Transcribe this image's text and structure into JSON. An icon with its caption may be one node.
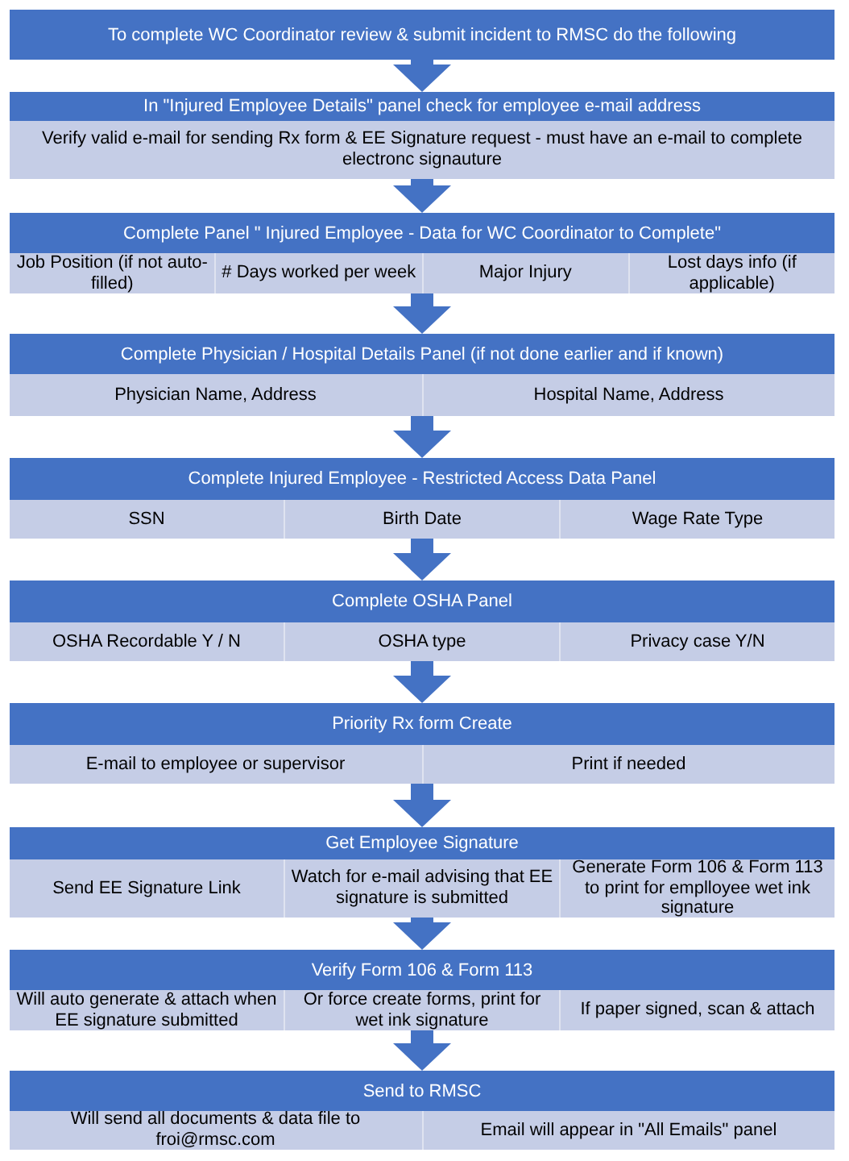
{
  "diagram": {
    "nodes": [
      {
        "text": [
          "To complete WC Coordinator review & submit incident to RMSC  do the following"
        ]
      },
      {
        "text": [
          "In \"Injured Employee Details\" panel check for employee e-mail address"
        ]
      },
      {
        "text": [
          "Verify valid e-mail for sending Rx form & EE Signature request - must have an e-mail to complete electronc signauture"
        ],
        "in": 1
      },
      {
        "text": [
          "Complete Panel \" Injured Employee - Data for WC Coordinator to Complete\""
        ]
      },
      {
        "text": [
          "Job Position (if not auto-filled)"
        ],
        "in": 3
      },
      {
        "text": [
          "# Days worked per week"
        ],
        "in": 3
      },
      {
        "text": [
          "Major Injury"
        ],
        "in": 3
      },
      {
        "text": [
          "Lost days info (if applicable)"
        ],
        "in": 3
      },
      {
        "text": [
          "Complete Physician / Hospital Details Panel (if not done earlier and if known)"
        ]
      },
      {
        "text": [
          "Physician Name, Address"
        ],
        "in": 8
      },
      {
        "text": [
          "Hospital Name, Address"
        ],
        "in": 8
      },
      {
        "text": [
          "Complete Injured Employee - Restricted Access Data Panel"
        ]
      },
      {
        "text": [
          "SSN"
        ],
        "in": 11
      },
      {
        "text": [
          "Birth Date"
        ],
        "in": 11
      },
      {
        "text": [
          "Wage Rate Type"
        ],
        "in": 11
      },
      {
        "text": [
          "Complete OSHA Panel"
        ]
      },
      {
        "text": [
          "OSHA Recordable Y / N"
        ],
        "in": 15
      },
      {
        "text": [
          "OSHA type"
        ],
        "in": 15
      },
      {
        "text": [
          "Privacy case Y/N"
        ],
        "in": 15
      },
      {
        "text": [
          "Priority Rx form Create"
        ]
      },
      {
        "text": [
          "E-mail to employee or supervisor"
        ],
        "in": 19
      },
      {
        "text": [
          "Print if needed"
        ],
        "in": 19
      },
      {
        "text": [
          "Get Employee Signature"
        ]
      },
      {
        "text": [
          "Send EE Signature Link"
        ],
        "in": 22
      },
      {
        "text": [
          "Watch for e-mail advising that EE signature is submitted"
        ],
        "in": 22
      },
      {
        "text": [
          "Generate Form 106 & Form 113 to print for emplloyee wet ink signature"
        ],
        "in": 22
      },
      {
        "text": [
          "Verify Form 106 & Form 113"
        ]
      },
      {
        "text": [
          "Will auto generate & attach when EE signature submitted"
        ],
        "in": 26
      },
      {
        "text": [
          "Or force create forms, print for wet ink signature"
        ],
        "in": 26
      },
      {
        "text": [
          "If paper signed, scan & attach"
        ],
        "in": 26
      },
      {
        "text": [
          "Send to RMSC"
        ]
      },
      {
        "text": [
          "Will send all documents & data file to froi@rmsc.com"
        ],
        "in": 30
      },
      {
        "text": [
          "Email will appear in \"All Emails\" panel"
        ],
        "in": 30
      }
    ],
    "edges": [
      {
        "from": 0,
        "to": 1,
        "arrow": "to"
      },
      {
        "from": 1,
        "to": 3,
        "arrow": "to"
      },
      {
        "from": 3,
        "to": 8,
        "arrow": "to"
      },
      {
        "from": 8,
        "to": 11,
        "arrow": "to"
      },
      {
        "from": 11,
        "to": 15,
        "arrow": "to"
      },
      {
        "from": 15,
        "to": 19,
        "arrow": "to"
      },
      {
        "from": 19,
        "to": 22,
        "arrow": "to"
      },
      {
        "from": 22,
        "to": 26,
        "arrow": "to"
      },
      {
        "from": 26,
        "to": 30,
        "arrow": "to"
      }
    ]
  }
}
